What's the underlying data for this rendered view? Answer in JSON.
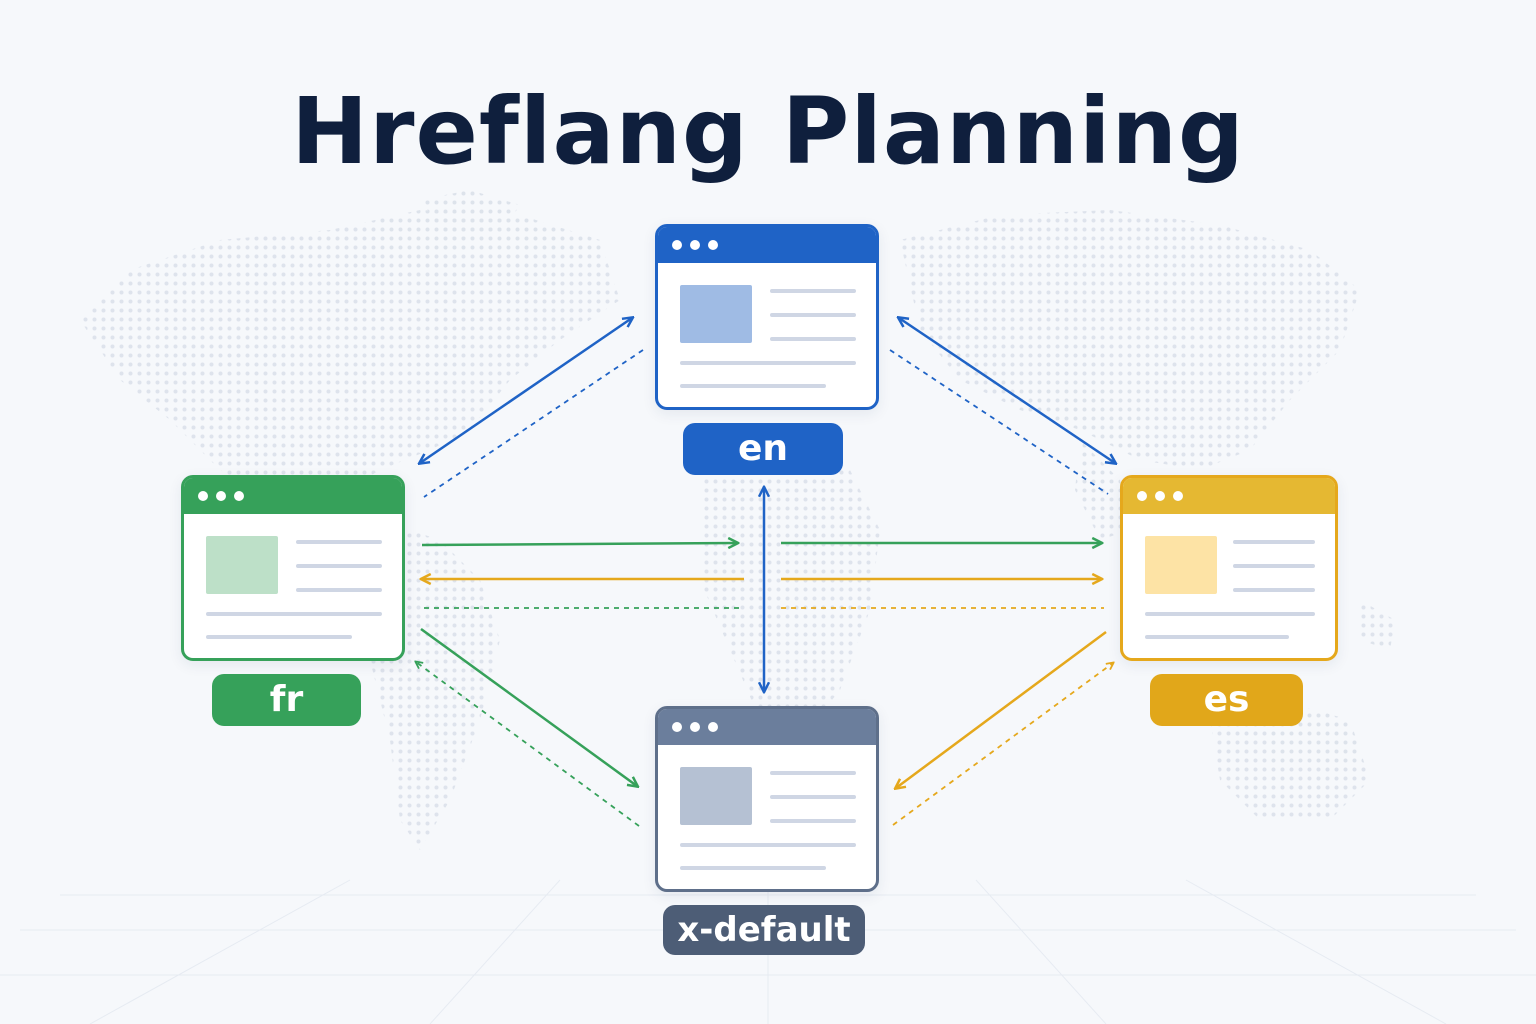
{
  "title": "Hreflang Planning",
  "colors": {
    "en": "#1f63c6",
    "fr": "#36a15a",
    "es": "#e5a81c",
    "x_default": "#5e6f8a",
    "title": "#0f1f3d",
    "background": "#f6f8fb"
  },
  "nodes": {
    "en": {
      "label": "en",
      "icon": "browser-window-icon"
    },
    "fr": {
      "label": "fr",
      "icon": "browser-window-icon"
    },
    "es": {
      "label": "es",
      "icon": "browser-window-icon"
    },
    "x_default": {
      "label": "x-default",
      "icon": "browser-window-icon"
    }
  },
  "links": [
    {
      "from": "en",
      "to": "fr",
      "style": "solid-bidirectional",
      "color": "en"
    },
    {
      "from": "en",
      "to": "fr",
      "style": "dashed",
      "color": "en"
    },
    {
      "from": "en",
      "to": "es",
      "style": "solid-bidirectional",
      "color": "en"
    },
    {
      "from": "en",
      "to": "es",
      "style": "dashed",
      "color": "en"
    },
    {
      "from": "en",
      "to": "x_default",
      "style": "solid-bidirectional",
      "color": "en"
    },
    {
      "from": "fr",
      "to": "es",
      "style": "solid-arrow",
      "color": "fr"
    },
    {
      "from": "es",
      "to": "fr",
      "style": "solid-arrow",
      "color": "es"
    },
    {
      "from": "fr",
      "to": "es",
      "style": "dashed",
      "color": "fr"
    },
    {
      "from": "fr",
      "to": "x_default",
      "style": "solid-arrow",
      "color": "fr"
    },
    {
      "from": "x_default",
      "to": "fr",
      "style": "dashed-arrow",
      "color": "fr"
    },
    {
      "from": "es",
      "to": "x_default",
      "style": "solid-arrow",
      "color": "es"
    },
    {
      "from": "x_default",
      "to": "es",
      "style": "dashed-arrow",
      "color": "es"
    }
  ]
}
